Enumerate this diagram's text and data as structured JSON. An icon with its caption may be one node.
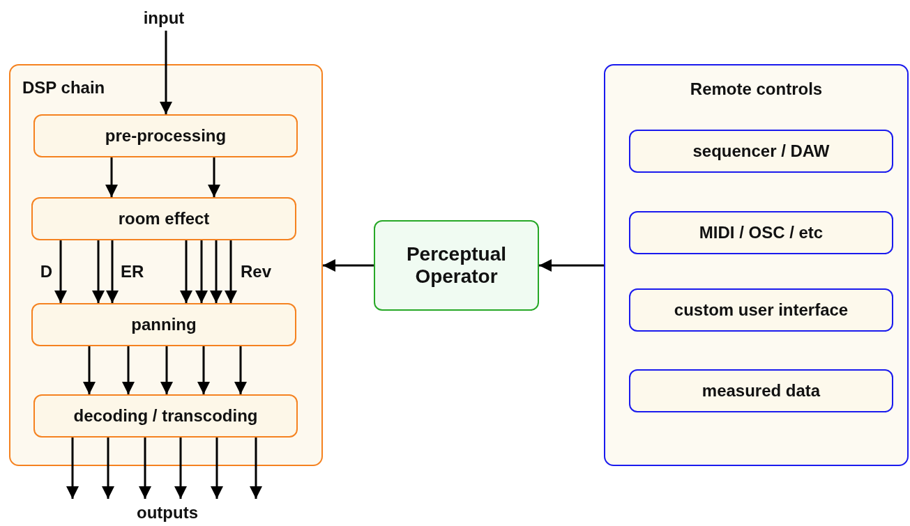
{
  "diagram": {
    "nodes": [
      {
        "text": [
          "DSP chain"
        ]
      },
      {
        "text": [
          "pre-processing"
        ],
        "in": 0
      },
      {
        "text": [
          "room effect"
        ],
        "in": 0
      },
      {
        "text": [
          "panning"
        ],
        "in": 0
      },
      {
        "text": [
          "decoding / transcoding"
        ],
        "in": 0
      },
      {
        "text": [
          "Perceptual Operator"
        ]
      },
      {
        "text": [
          "Remote controls"
        ]
      },
      {
        "text": [
          "sequencer / DAW"
        ],
        "in": 6
      },
      {
        "text": [
          "MIDI / OSC / etc"
        ],
        "in": 6
      },
      {
        "text": [
          "custom user interface"
        ],
        "in": 6
      },
      {
        "text": [
          "measured data"
        ],
        "in": 6
      },
      {
        "text": [
          "input"
        ]
      },
      {
        "text": [
          "outputs"
        ]
      }
    ],
    "edges": [
      {
        "from": 11,
        "to": 1,
        "arrow": "to"
      },
      {
        "from": 1,
        "to": 2,
        "arrow": "to"
      },
      {
        "from": 1,
        "to": 2,
        "arrow": "to"
      },
      {
        "from": 2,
        "to": 3,
        "arrow": "to",
        "label": "D"
      },
      {
        "from": 2,
        "to": 3,
        "arrow": "to"
      },
      {
        "from": 2,
        "to": 3,
        "arrow": "to",
        "label": "ER"
      },
      {
        "from": 2,
        "to": 3,
        "arrow": "to"
      },
      {
        "from": 2,
        "to": 3,
        "arrow": "to"
      },
      {
        "from": 2,
        "to": 3,
        "arrow": "to"
      },
      {
        "from": 2,
        "to": 3,
        "arrow": "to",
        "label": "Rev"
      },
      {
        "from": 3,
        "to": 4,
        "arrow": "to"
      },
      {
        "from": 3,
        "to": 4,
        "arrow": "to"
      },
      {
        "from": 3,
        "to": 4,
        "arrow": "to"
      },
      {
        "from": 3,
        "to": 4,
        "arrow": "to"
      },
      {
        "from": 3,
        "to": 4,
        "arrow": "to"
      },
      {
        "from": 4,
        "to": 12,
        "arrow": "to"
      },
      {
        "from": 4,
        "to": 12,
        "arrow": "to"
      },
      {
        "from": 4,
        "to": 12,
        "arrow": "to"
      },
      {
        "from": 4,
        "to": 12,
        "arrow": "to"
      },
      {
        "from": 4,
        "to": 12,
        "arrow": "to"
      },
      {
        "from": 4,
        "to": 12,
        "arrow": "to"
      },
      {
        "from": 5,
        "to": 0,
        "arrow": "to"
      },
      {
        "from": 6,
        "to": 5,
        "arrow": "to"
      }
    ]
  }
}
